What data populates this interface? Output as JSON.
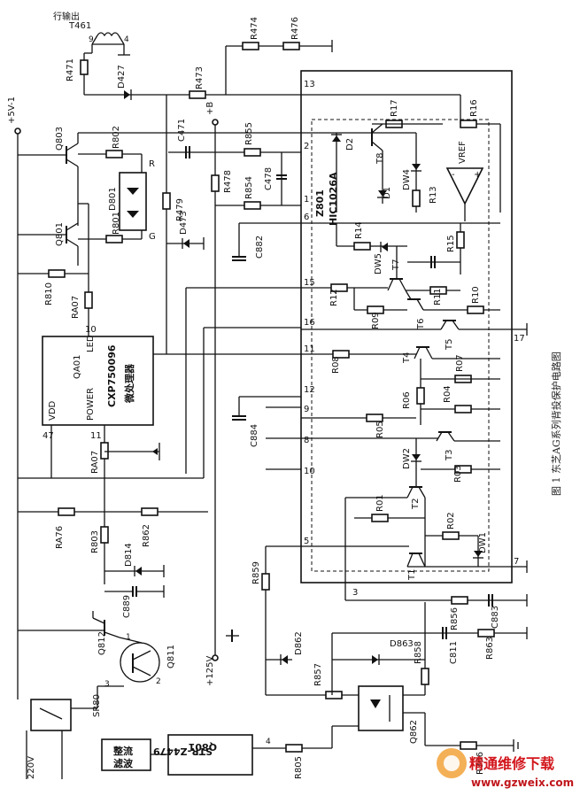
{
  "diagram": {
    "caption": "图 1 东芝AG系列背投保护电路图",
    "ic_main": {
      "ref": "QA01",
      "part": "CXP750096",
      "desc": "微处理器",
      "pin_led": "LED",
      "pin_power": "POWER",
      "pin_vdd": "VDD",
      "pin47": "47",
      "pin11": "11",
      "pin10": "10"
    },
    "ic_z801": {
      "ref": "Z801",
      "part": "HIC1026A",
      "pins": [
        "13",
        "2",
        "1",
        "6",
        "15",
        "16",
        "11",
        "12",
        "9",
        "8",
        "10",
        "5",
        "7",
        "17",
        "3"
      ]
    },
    "power": {
      "v5": "+5V-1",
      "b": "+B",
      "v125": "+125V",
      "ac": "220V",
      "flyback": "行输出",
      "t461": "T461",
      "t_pins": [
        "9",
        "4"
      ]
    },
    "blocks": {
      "rectifier": "整流\n滤波",
      "reg": "STR-Z4479",
      "q801": "Q801"
    },
    "components": {
      "R471": "R471",
      "D427": "D427",
      "R473": "R473",
      "R474": "R474",
      "R476": "R476",
      "R802": "R802",
      "Q803": "Q803",
      "D801": "D801",
      "R": "R",
      "G": "G",
      "Q801b": "Q801",
      "R801": "R801",
      "R810": "R810",
      "RA07a": "RA07",
      "C471": "C471",
      "R855": "R855",
      "C478": "C478",
      "R478": "R478",
      "R854": "R854",
      "R479": "R479",
      "D473": "D473",
      "C882": "C882",
      "RA76": "RA76",
      "R803": "R803",
      "R862": "R862",
      "RA07b": "RA07",
      "D814": "D814",
      "C889": "C889",
      "Q812": "Q812",
      "Q811": "Q811",
      "SR80": "SR80",
      "R859": "R859",
      "D862": "D862",
      "D863": "D863",
      "C811": "C811",
      "R856": "R856",
      "C883": "C883",
      "R863": "R863",
      "R857": "R857",
      "R858": "R858",
      "Q862": "Q862",
      "R805": "R805",
      "R806": "R806",
      "C884": "C884"
    },
    "inner": {
      "R17": "R17",
      "R16": "R16",
      "D2": "D2",
      "T8": "T8",
      "VREF": "VREF",
      "D1": "D1",
      "DW4": "DW4",
      "R13": "R13",
      "R14": "R14",
      "R15": "R15",
      "DW5": "DW5",
      "T7": "T7",
      "R12": "R12",
      "R11": "R11",
      "R09": "R09",
      "T6": "T6",
      "R10": "R10",
      "T5": "T5",
      "R08": "R08",
      "T4": "T4",
      "R07": "R07",
      "R06": "R06",
      "R04": "R04",
      "R05": "R05",
      "T3": "T3",
      "DW2": "DW2",
      "R03": "R03",
      "T2": "T2",
      "R01": "R01",
      "R02": "R02",
      "DW1": "DW1",
      "T1": "T1"
    },
    "watermark": {
      "title": "精通维修下载",
      "url": "www.gzweix.com"
    }
  }
}
